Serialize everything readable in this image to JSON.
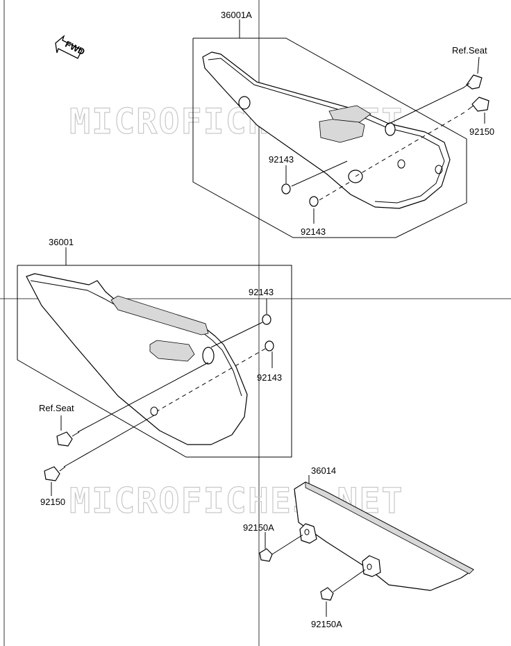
{
  "watermark": "MICROFICHES.NET",
  "fwd_label": "FWD",
  "labels": {
    "group_right_cover": "36001A",
    "group_left_cover": "36001",
    "chain_guard": "36014",
    "ref_seat_upper": "Ref.Seat",
    "bolt_92150_upper": "92150",
    "washer_92143_upper_left": "92143",
    "washer_92143_upper_bottom": "92143",
    "washer_92143_mid_top": "92143",
    "washer_92143_mid_bottom": "92143",
    "ref_seat_lower": "Ref.Seat",
    "bolt_92150_lower": "92150",
    "bolt_92150a_upper": "92150A",
    "bolt_92150a_lower": "92150A"
  }
}
